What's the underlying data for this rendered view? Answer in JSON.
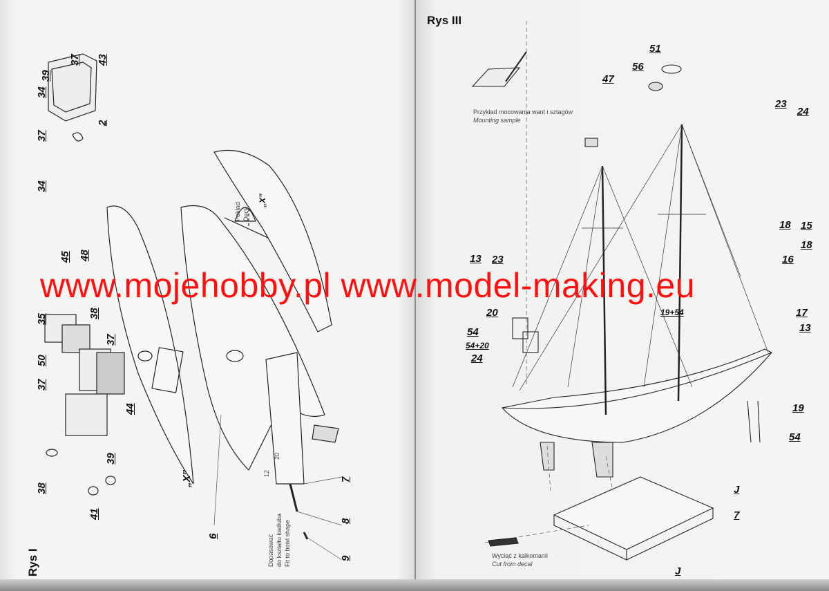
{
  "left_page": {
    "title": "Rys I",
    "deck_caption": {
      "pl": "Pokład",
      "en": "Deck"
    },
    "detail_marker": "„X”",
    "fit_caption": {
      "pl_line1": "Dopasować",
      "pl_line2": "do kształtu kadłuba",
      "en": "Fit to bowl shape"
    },
    "dimensions": [
      "20",
      "12"
    ],
    "part_labels": [
      "39",
      "37",
      "43",
      "34",
      "2",
      "37",
      "34",
      "45",
      "35",
      "48",
      "38",
      "50",
      "37",
      "37",
      "44",
      "39",
      "38",
      "41",
      "7",
      "6",
      "8",
      "9",
      "„X”"
    ]
  },
  "right_page": {
    "title": "Rys III",
    "mounting_caption": {
      "pl": "Przykład mocowania want i sztagów",
      "en": "Mounting sample"
    },
    "decal_caption": {
      "pl": "Wyciąć z kalkomanii",
      "en": "Cut from decal"
    },
    "part_labels": [
      "51",
      "56",
      "47",
      "23",
      "24",
      "18",
      "15",
      "18",
      "13",
      "16",
      "23",
      "17",
      "20",
      "19+54",
      "13",
      "54",
      "54+20",
      "24",
      "19",
      "54",
      "J",
      "7",
      "J"
    ]
  },
  "watermark": "www.mojehobby.pl www.model-making.eu",
  "colors": {
    "watermark": "#ff1010",
    "paper": "#f3f3f1",
    "ink": "#111111"
  }
}
